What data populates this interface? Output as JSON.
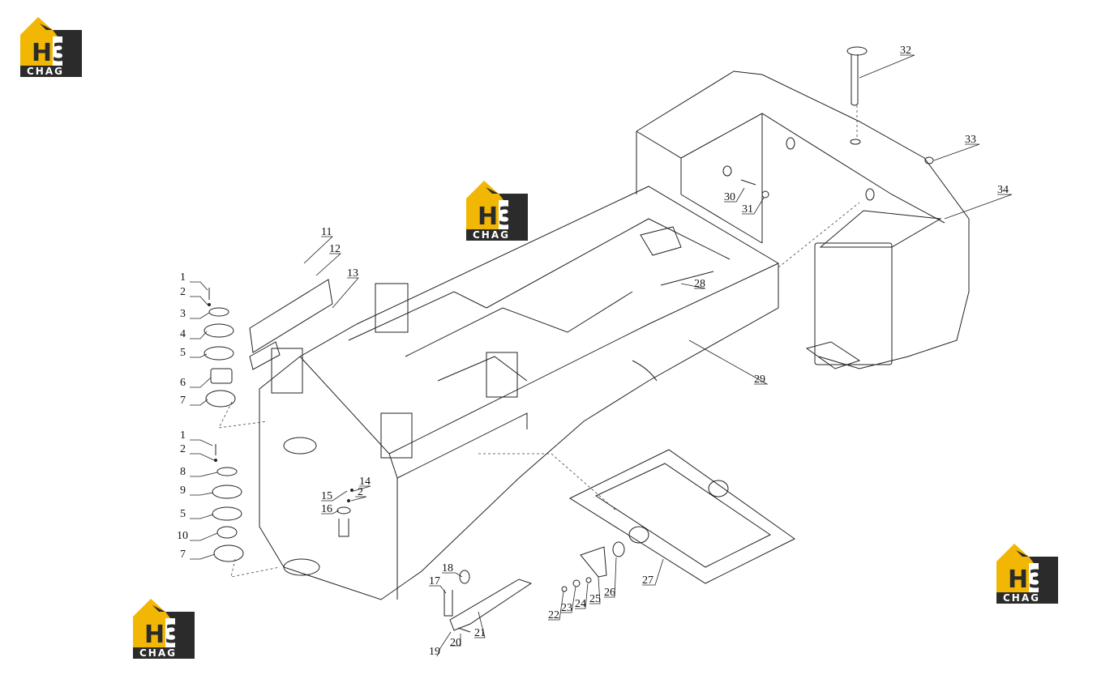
{
  "logo": {
    "text_top": "H3",
    "text_bottom": "CHAG",
    "colors": {
      "yellow": "#f2b705",
      "dark": "#2b2b2b",
      "white": "#ffffff"
    }
  },
  "callouts": [
    "1",
    "2",
    "3",
    "4",
    "5",
    "6",
    "7",
    "1",
    "2",
    "8",
    "9",
    "5",
    "10",
    "7",
    "11",
    "12",
    "13",
    "14",
    "2",
    "15",
    "16",
    "17",
    "18",
    "19",
    "20",
    "21",
    "22",
    "23",
    "24",
    "25",
    "26",
    "27",
    "28",
    "29",
    "30",
    "31",
    "32",
    "33",
    "34"
  ]
}
